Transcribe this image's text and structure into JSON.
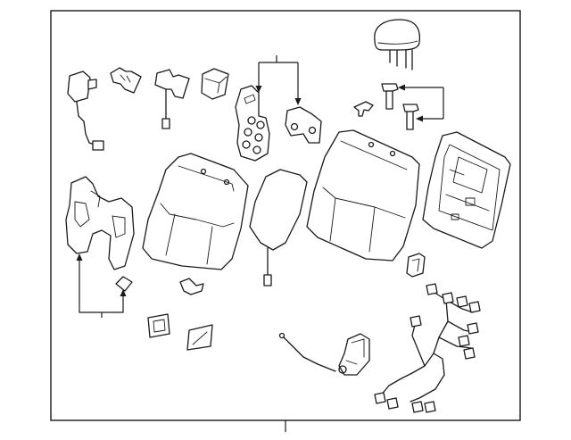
{
  "diagram": {
    "title": "",
    "background": "#ffffff",
    "line_color": "#1a1a1a",
    "parts": [
      "headrest",
      "headrest-guide-1",
      "headrest-guide-2",
      "release-cable",
      "latch-clip",
      "hinge-bracket",
      "cover-clip",
      "switch-module",
      "control-bracket",
      "side-bracket",
      "clip",
      "seatback-cushion",
      "seatback-pad",
      "seatback-cover",
      "seatback-frame",
      "bracket-small",
      "wire-harness",
      "heater-harness",
      "cable",
      "motor",
      "trim-bezel",
      "trim-cap",
      "mount-clip"
    ]
  }
}
